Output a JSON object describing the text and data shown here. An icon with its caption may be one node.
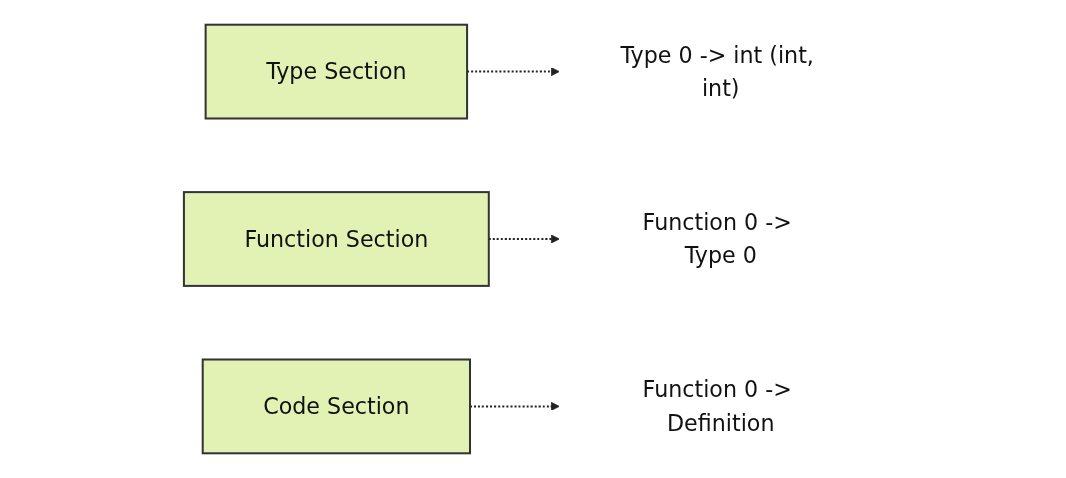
{
  "diagram": {
    "nodes": [
      {
        "text": [
          "Type Section"
        ]
      },
      {
        "text": [
          "Type 0 -> int (int, int)"
        ]
      },
      {
        "text": [
          "Function Section"
        ]
      },
      {
        "text": [
          "Function 0 -> Type 0"
        ]
      },
      {
        "text": [
          "Code Section"
        ]
      },
      {
        "text": [
          "Function 0 -> Definition"
        ]
      }
    ],
    "edges": [
      {
        "from": 0,
        "to": 1,
        "arrow": "to",
        "style": "dashed"
      },
      {
        "from": 2,
        "to": 3,
        "arrow": "to",
        "style": "dashed"
      },
      {
        "from": 4,
        "to": 5,
        "arrow": "to",
        "style": "dashed"
      }
    ]
  }
}
